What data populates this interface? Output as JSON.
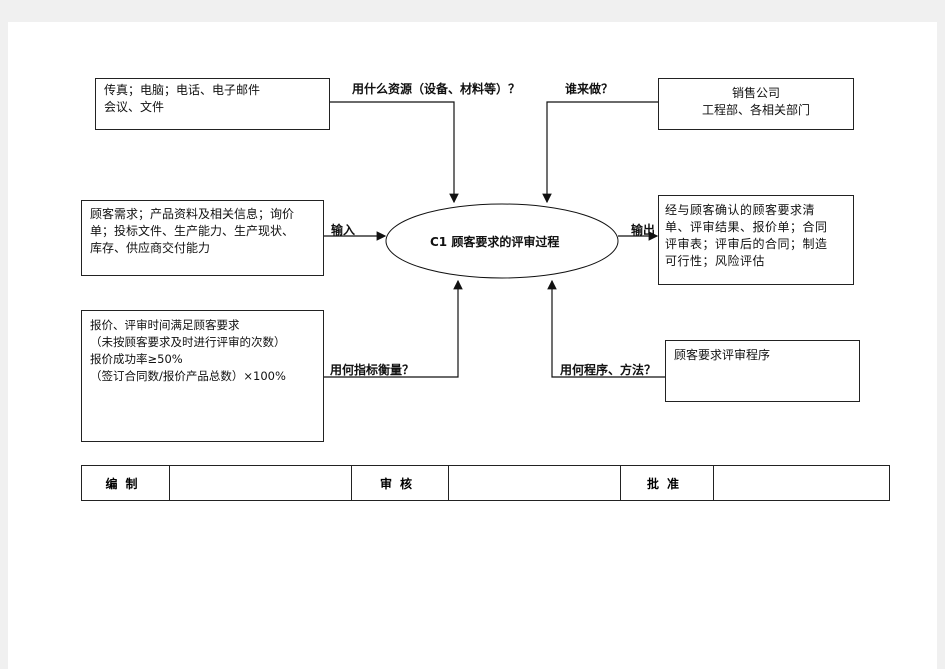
{
  "boxes": {
    "resources": [
      "传真；电脑；电话、电子邮件",
      "会议、文件"
    ],
    "who": [
      "销售公司",
      "工程部、各相关部门"
    ],
    "input": [
      "顾客需求；产品资料及相关信息；询价",
      "单；投标文件、生产能力、生产现状、",
      "库存、供应商交付能力"
    ],
    "output": [
      "经与顾客确认的顾客要求清",
      "单、评审结果、报价单；合同",
      "评审表；评审后的合同；制造",
      "可行性；风险评估"
    ],
    "indicators": [
      "报价、评审时间满足顾客要求",
      "（未按顾客要求及时进行评审的次数）",
      "报价成功率≥50%",
      "（签订合同数/报价产品总数）×100%"
    ],
    "procedure": [
      "顾客要求评审程序"
    ]
  },
  "labels": {
    "resources_q": "用什么资源（设备、材料等）？",
    "who_q": "谁来做？",
    "input": "输入",
    "output": "输出",
    "indicator_q": "用何指标衡量？",
    "method_q": "用何程序、方法？"
  },
  "process": {
    "title": "C1 顾客要求的评审过程"
  },
  "sign_table": {
    "prepared": "编制",
    "reviewed": "审核",
    "approved": "批准"
  }
}
